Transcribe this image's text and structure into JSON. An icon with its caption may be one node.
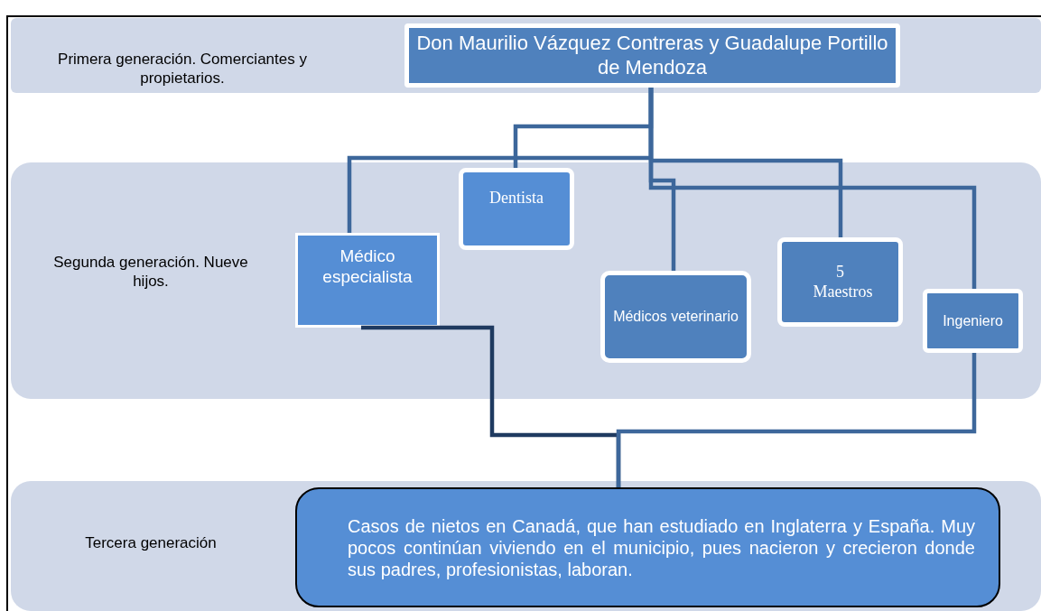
{
  "diagram": {
    "nodes": [
      {
        "text": [
          "Primera generación. Comerciantes y propietarios."
        ]
      },
      {
        "text": [
          "Don Maurilio Vázquez Contreras y Guadalupe Portillo de Mendoza"
        ],
        "in": 0
      },
      {
        "text": [
          "Segunda generación. Nueve hijos."
        ]
      },
      {
        "text": [
          "Médico especialista"
        ],
        "in": 2
      },
      {
        "text": [
          "Dentista"
        ],
        "in": 2
      },
      {
        "text": [
          "Médicos veterinario"
        ],
        "in": 2
      },
      {
        "text": [
          "5 Maestros"
        ],
        "in": 2
      },
      {
        "text": [
          "Ingeniero"
        ],
        "in": 2
      },
      {
        "text": [
          "Tercera generación"
        ]
      },
      {
        "text": [
          "Casos de nietos en Canadá, que han estudiado en Inglaterra y España. Muy pocos continúan viviendo en el municipio, pues nacieron y crecieron donde sus padres, profesionistas, laboran."
        ],
        "in": 8
      }
    ],
    "edges": [
      {
        "from": 1,
        "to": 3,
        "arrow": "none"
      },
      {
        "from": 1,
        "to": 4,
        "arrow": "none"
      },
      {
        "from": 1,
        "to": 5,
        "arrow": "none"
      },
      {
        "from": 1,
        "to": 6,
        "arrow": "none"
      },
      {
        "from": 1,
        "to": 7,
        "arrow": "none"
      },
      {
        "from": 3,
        "to": 9,
        "arrow": "none",
        "color": "#1f3a60"
      },
      {
        "from": 7,
        "to": 9,
        "arrow": "none"
      }
    ]
  }
}
